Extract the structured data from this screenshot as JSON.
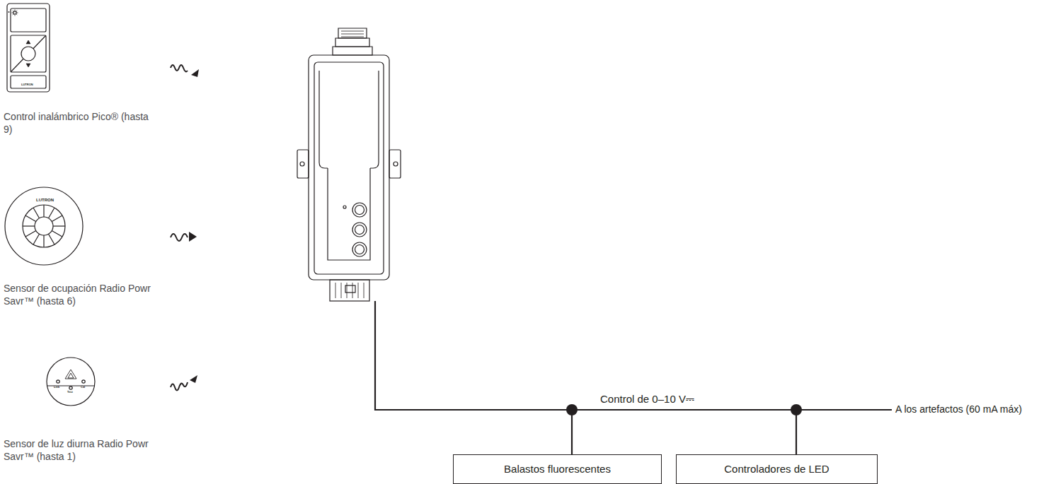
{
  "diagram": {
    "nodes": [
      {
        "text": [
          "Control inalámbrico Pico® (hasta 9)"
        ]
      },
      {
        "text": [
          "Sensor de ocupación Radio Powr Savr™ (hasta 6)"
        ]
      },
      {
        "text": [
          "Sensor de luz diurna Radio Powr Savr™ (hasta 1)"
        ]
      },
      {
        "text": [
          "Balastos fluorescentes"
        ]
      },
      {
        "text": [
          "Controladores de LED"
        ]
      }
    ],
    "labels": [
      "Control de 0–10 V⎓",
      "A los artefactos (60 mA máx)",
      "LUTRON",
      "LUTRON",
      "Link",
      "Test",
      "Cal"
    ]
  }
}
